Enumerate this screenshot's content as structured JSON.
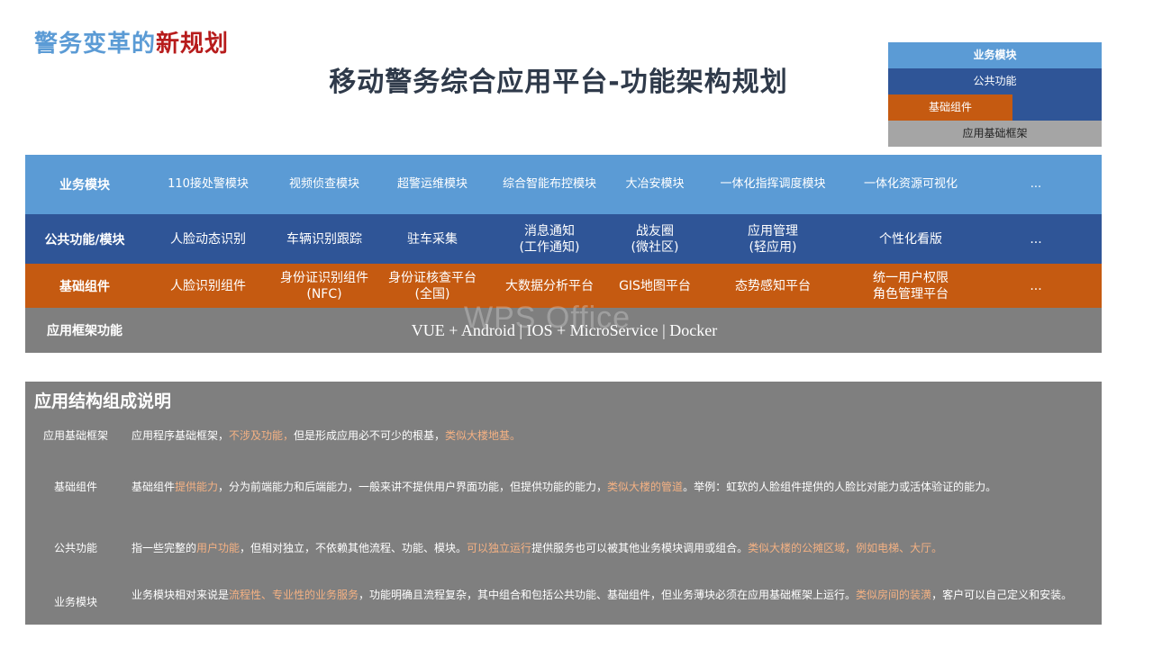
{
  "header": {
    "title_part1": "警务变革的",
    "title_part2": "新规划",
    "main_title": "移动警务综合应用平台-功能架构规划"
  },
  "legend": {
    "items": [
      "业务模块",
      "公共功能",
      "基础组件",
      "应用基础框架"
    ]
  },
  "architecture": {
    "business": {
      "label": "业务模块",
      "cells": [
        "110接处警模块",
        "视频侦查模块",
        "超警运维模块",
        "综合智能布控模块",
        "大冶安模块",
        "一体化指挥调度模块",
        "一体化资源可视化",
        "..."
      ]
    },
    "common": {
      "label": "公共功能/模块",
      "cells": [
        "人脸动态识别",
        "车辆识别跟踪",
        "驻车采集",
        "消息通知\n(工作通知)",
        "战友圈\n(微社区)",
        "应用管理\n(轻应用)",
        "个性化看版",
        "..."
      ]
    },
    "components": {
      "label": "基础组件",
      "cells": [
        "人脸识别组件",
        "身份证识别组件\n(NFC)",
        "身份证核查平台\n(全国)",
        "大数据分析平台",
        "GIS地图平台",
        "态势感知平台",
        "统一用户权限\n角色管理平台",
        "..."
      ]
    },
    "framework": {
      "label": "应用框架功能",
      "tech": "VUE + Android | IOS + MicroService | Docker"
    }
  },
  "watermark": "WPS Office",
  "explanation": {
    "title": "应用结构组成说明",
    "rows": [
      {
        "label": "应用基础框架",
        "segments": [
          {
            "text": "应用程序基础框架，",
            "hl": false
          },
          {
            "text": "不涉及功能，",
            "hl": true
          },
          {
            "text": "但是形成应用必不可少的根基，",
            "hl": false
          },
          {
            "text": "类似大楼地基。",
            "hl": true
          }
        ]
      },
      {
        "label": "基础组件",
        "segments": [
          {
            "text": "基础组件",
            "hl": false
          },
          {
            "text": "提供能力",
            "hl": true
          },
          {
            "text": "，分为前端能力和后端能力，一般来讲不提供用户界面功能，但提供功能的能力，",
            "hl": false
          },
          {
            "text": "类似大楼的管道",
            "hl": true
          },
          {
            "text": "。举例：虹软的人脸组件提供的人脸比对能力或活体验证的能力。",
            "hl": false
          }
        ]
      },
      {
        "label": "公共功能",
        "segments": [
          {
            "text": "指一些完整的",
            "hl": false
          },
          {
            "text": "用户功能",
            "hl": true
          },
          {
            "text": "，但相对独立，不依赖其他流程、功能、模块。",
            "hl": false
          },
          {
            "text": "可以独立运行",
            "hl": true
          },
          {
            "text": "提供服务也可以被其他业务模块调用或组合。",
            "hl": false
          },
          {
            "text": "类似大楼的公摊区域，例如电梯、大厅。",
            "hl": true
          }
        ]
      },
      {
        "label": "业务模块",
        "segments": [
          {
            "text": "业务模块相对来说是",
            "hl": false
          },
          {
            "text": "流程性、专业性的业务服务",
            "hl": true
          },
          {
            "text": "，功能明确且流程复杂，其中组合和包括公共功能、基础组件，但业务薄块必须在应用基础框架上运行。",
            "hl": false
          },
          {
            "text": "类似房间的装潢",
            "hl": true
          },
          {
            "text": "，客户可以自己定义和安装。",
            "hl": false
          }
        ]
      }
    ]
  },
  "colors": {
    "business": "#5b9bd5",
    "common": "#2f5597",
    "components": "#c55a11",
    "framework": "#7f7f7f",
    "highlight": "#f4b183"
  }
}
